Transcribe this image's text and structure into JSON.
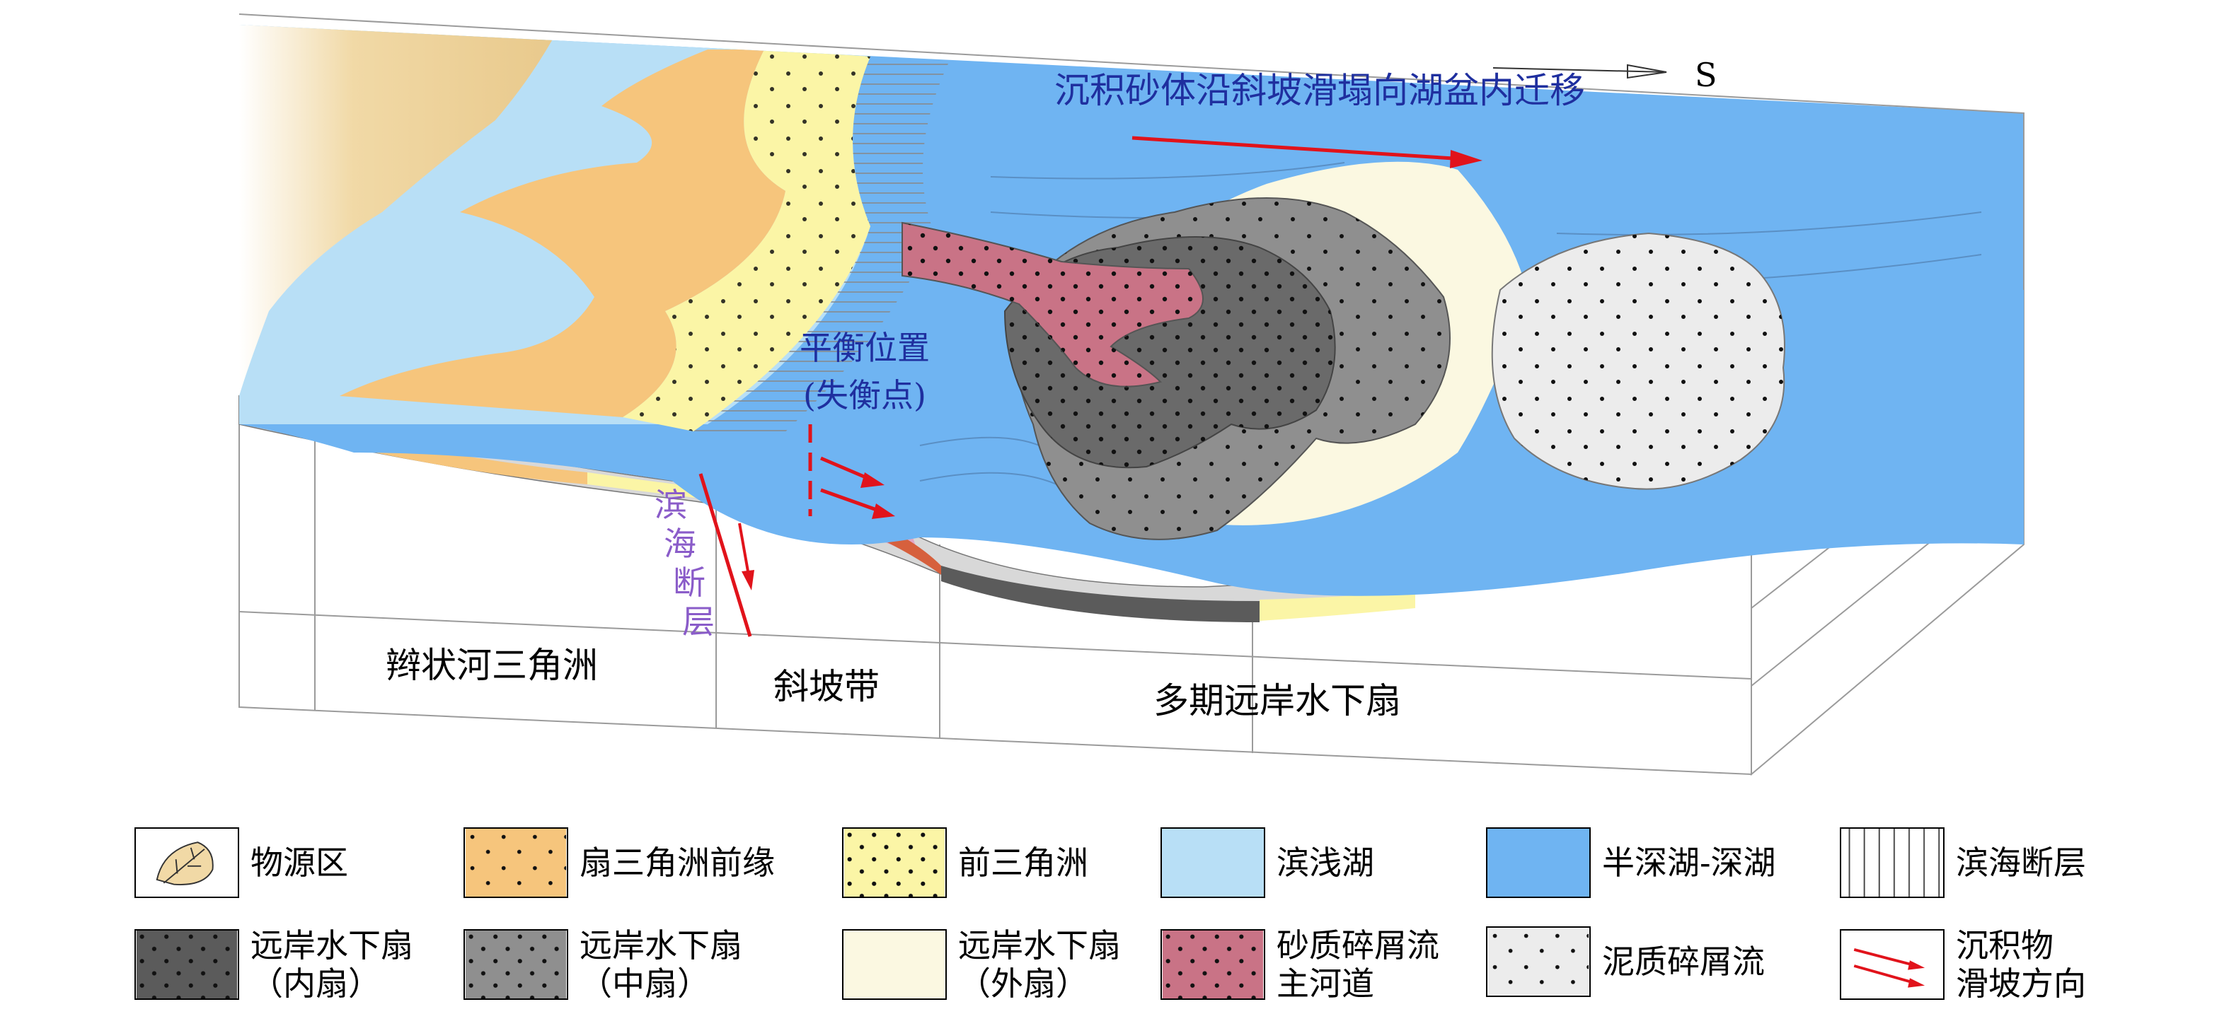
{
  "compass": {
    "label": "S"
  },
  "annotations": {
    "migration": "沉积砂体沿斜坡滑塌向湖盆内迁移",
    "balance_line1": "平衡位置",
    "balance_line2": "(失衡点)",
    "fault_chars": [
      "滨",
      "海",
      "断",
      "层"
    ]
  },
  "zones": {
    "delta": "辫状河三角洲",
    "slope": "斜坡带",
    "fan": "多期远岸水下扇"
  },
  "colors": {
    "source": "#f1d9a6",
    "fan_delta_front": "#f6c57c",
    "prodelta": "#fbf5a6",
    "shallow_lake": "#b8dff6",
    "deep_lake": "#6fb4f2",
    "inner_fan": "#5b5b5b",
    "middle_fan": "#8f8f8f",
    "outer_fan": "#fbf8e1",
    "sandy_channel": "#c97386",
    "muddy_flow": "#ececec",
    "arrow_red": "#e1131b",
    "annotation_blue": "#1f2f9f",
    "fault_purple": "#8a5cc9"
  },
  "legend": {
    "row1": [
      {
        "key": "source",
        "label": "物源区"
      },
      {
        "key": "fan_delta_front",
        "label": "扇三角洲前缘"
      },
      {
        "key": "prodelta",
        "label": "前三角洲"
      },
      {
        "key": "shallow_lake",
        "label": "滨浅湖"
      },
      {
        "key": "deep_lake",
        "label": "半深湖-深湖"
      },
      {
        "key": "fault",
        "label": "滨海断层"
      }
    ],
    "row2": [
      {
        "key": "inner_fan",
        "label1": "远岸水下扇",
        "label2": "（内扇）"
      },
      {
        "key": "middle_fan",
        "label1": "远岸水下扇",
        "label2": "（中扇）"
      },
      {
        "key": "outer_fan",
        "label1": "远岸水下扇",
        "label2": "（外扇）"
      },
      {
        "key": "sandy_channel",
        "label1": "砂质碎屑流",
        "label2": "主河道"
      },
      {
        "key": "muddy_flow",
        "label1": "泥质碎屑流",
        "label2": ""
      },
      {
        "key": "slide",
        "label1": "沉积物",
        "label2": "滑坡方向"
      }
    ]
  }
}
